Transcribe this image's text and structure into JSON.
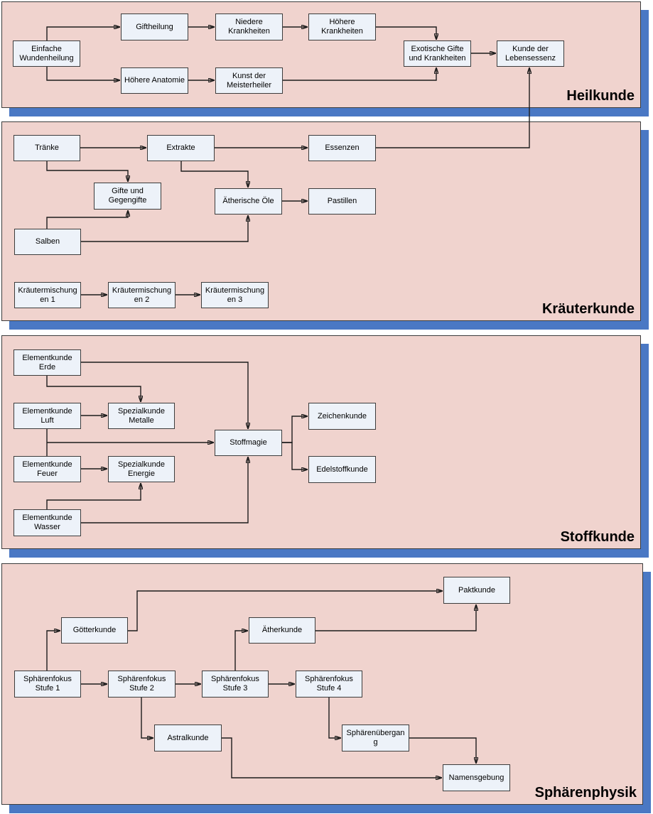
{
  "diagram": {
    "colors": {
      "panel_fill": "#F0D3CE",
      "panel_border": "#3C3C3C",
      "shadow_blue": "#4A78C4",
      "node_fill": "#EDF2F9",
      "line_color": "#1C1C1C"
    },
    "panels": [
      {
        "id": "heilkunde",
        "title": "Heilkunde",
        "nodes": [
          {
            "id": "einfache-wundenheilung",
            "label": "Einfache Wundenheilung"
          },
          {
            "id": "giftheilung",
            "label": "Giftheilung"
          },
          {
            "id": "niedere-krankheiten",
            "label": "Niedere Krankheiten"
          },
          {
            "id": "hoehere-krankheiten",
            "label": "Höhere Krankheiten"
          },
          {
            "id": "hoehere-anatomie",
            "label": "Höhere Anatomie"
          },
          {
            "id": "kunst-der-meisterheiler",
            "label": "Kunst der Meisterheiler"
          },
          {
            "id": "exotische-gifte-und-krankheiten",
            "label": "Exotische Gifte und Krankheiten"
          },
          {
            "id": "kunde-der-lebensessenz",
            "label": "Kunde der Lebensessenz"
          }
        ],
        "edges": [
          {
            "from": "einfache-wundenheilung",
            "to": "giftheilung"
          },
          {
            "from": "einfache-wundenheilung",
            "to": "hoehere-anatomie"
          },
          {
            "from": "giftheilung",
            "to": "niedere-krankheiten"
          },
          {
            "from": "niedere-krankheiten",
            "to": "hoehere-krankheiten"
          },
          {
            "from": "hoehere-krankheiten",
            "to": "exotische-gifte-und-krankheiten"
          },
          {
            "from": "hoehere-anatomie",
            "to": "kunst-der-meisterheiler"
          },
          {
            "from": "kunst-der-meisterheiler",
            "to": "exotische-gifte-und-krankheiten"
          },
          {
            "from": "exotische-gifte-und-krankheiten",
            "to": "kunde-der-lebensessenz"
          }
        ]
      },
      {
        "id": "kraeuterkunde",
        "title": "Kräuterkunde",
        "nodes": [
          {
            "id": "traenke",
            "label": "Tränke"
          },
          {
            "id": "extrakte",
            "label": "Extrakte"
          },
          {
            "id": "essenzen",
            "label": "Essenzen"
          },
          {
            "id": "gifte-und-gegengifte",
            "label": "Gifte und Gegengifte"
          },
          {
            "id": "aetherische-oele",
            "label": "Ätherische Öle"
          },
          {
            "id": "pastillen",
            "label": "Pastillen"
          },
          {
            "id": "salben",
            "label": "Salben"
          },
          {
            "id": "kraeutermischungen-1",
            "label": "Kräutermischungen 1"
          },
          {
            "id": "kraeutermischungen-2",
            "label": "Kräutermischungen 2"
          },
          {
            "id": "kraeutermischungen-3",
            "label": "Kräutermischungen 3"
          }
        ],
        "edges": [
          {
            "from": "traenke",
            "to": "extrakte"
          },
          {
            "from": "extrakte",
            "to": "essenzen"
          },
          {
            "from": "traenke",
            "to": "gifte-und-gegengifte"
          },
          {
            "from": "extrakte",
            "to": "aetherische-oele"
          },
          {
            "from": "aetherische-oele",
            "to": "pastillen"
          },
          {
            "from": "salben",
            "to": "gifte-und-gegengifte"
          },
          {
            "from": "salben",
            "to": "aetherische-oele"
          },
          {
            "from": "kraeutermischungen-1",
            "to": "kraeutermischungen-2"
          },
          {
            "from": "kraeutermischungen-2",
            "to": "kraeutermischungen-3"
          }
        ]
      },
      {
        "id": "stoffkunde",
        "title": "Stoffkunde",
        "nodes": [
          {
            "id": "elementkunde-erde",
            "label": "Elementkunde Erde"
          },
          {
            "id": "elementkunde-luft",
            "label": "Elementkunde Luft"
          },
          {
            "id": "spezialkunde-metalle",
            "label": "Spezialkunde Metalle"
          },
          {
            "id": "elementkunde-feuer",
            "label": "Elementkunde Feuer"
          },
          {
            "id": "spezialkunde-energie",
            "label": "Spezialkunde Energie"
          },
          {
            "id": "elementkunde-wasser",
            "label": "Elementkunde Wasser"
          },
          {
            "id": "stoffmagie",
            "label": "Stoffmagie"
          },
          {
            "id": "zeichenkunde",
            "label": "Zeichenkunde"
          },
          {
            "id": "edelstoffkunde",
            "label": "Edelstoffkunde"
          }
        ],
        "edges": [
          {
            "from": "elementkunde-erde",
            "to": "stoffmagie"
          },
          {
            "from": "elementkunde-erde",
            "to": "spezialkunde-metalle"
          },
          {
            "from": "elementkunde-luft",
            "to": "spezialkunde-metalle"
          },
          {
            "from": "elementkunde-luft",
            "to": "stoffmagie"
          },
          {
            "from": "elementkunde-feuer",
            "to": "spezialkunde-energie"
          },
          {
            "from": "elementkunde-wasser",
            "to": "spezialkunde-energie"
          },
          {
            "from": "elementkunde-wasser",
            "to": "stoffmagie"
          },
          {
            "from": "stoffmagie",
            "to": "zeichenkunde"
          },
          {
            "from": "stoffmagie",
            "to": "edelstoffkunde"
          }
        ]
      },
      {
        "id": "sphaerenphysik",
        "title": "Sphärenphysik",
        "nodes": [
          {
            "id": "goetterkunde",
            "label": "Götterkunde"
          },
          {
            "id": "aetherkunde",
            "label": "Ätherkunde"
          },
          {
            "id": "paktkunde",
            "label": "Paktkunde"
          },
          {
            "id": "sphaerenfokus-stufe-1",
            "label": "Sphärenfokus Stufe 1"
          },
          {
            "id": "sphaerenfokus-stufe-2",
            "label": "Sphärenfokus Stufe 2"
          },
          {
            "id": "sphaerenfokus-stufe-3",
            "label": "Sphärenfokus Stufe 3"
          },
          {
            "id": "sphaerenfokus-stufe-4",
            "label": "Sphärenfokus Stufe 4"
          },
          {
            "id": "astralkunde",
            "label": "Astralkunde"
          },
          {
            "id": "sphaerenuebergang",
            "label": "Sphärenübergang"
          },
          {
            "id": "namensgebung",
            "label": "Namensgebung"
          }
        ],
        "edges": [
          {
            "from": "sphaerenfokus-stufe-1",
            "to": "goetterkunde"
          },
          {
            "from": "goetterkunde",
            "to": "paktkunde"
          },
          {
            "from": "sphaerenfokus-stufe-3",
            "to": "aetherkunde"
          },
          {
            "from": "aetherkunde",
            "to": "paktkunde"
          },
          {
            "from": "sphaerenfokus-stufe-1",
            "to": "sphaerenfokus-stufe-2"
          },
          {
            "from": "sphaerenfokus-stufe-2",
            "to": "sphaerenfokus-stufe-3"
          },
          {
            "from": "sphaerenfokus-stufe-3",
            "to": "sphaerenfokus-stufe-4"
          },
          {
            "from": "sphaerenfokus-stufe-2",
            "to": "astralkunde"
          },
          {
            "from": "sphaerenfokus-stufe-4",
            "to": "sphaerenuebergang"
          },
          {
            "from": "astralkunde",
            "to": "namensgebung"
          },
          {
            "from": "sphaerenuebergang",
            "to": "namensgebung"
          }
        ]
      }
    ],
    "cross_panel_edges": [
      {
        "from": "essenzen",
        "to": "kunde-der-lebensessenz"
      }
    ]
  }
}
